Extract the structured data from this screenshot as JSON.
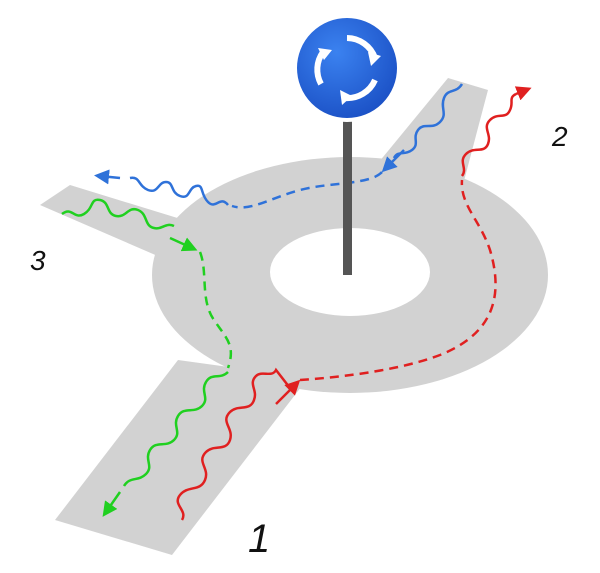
{
  "diagram": {
    "sign": {
      "icon": "roundabout-sign-icon",
      "color": "#1f5fd6",
      "arrow_color": "#ffffff"
    },
    "road_color": "#d2d2d2",
    "ports": [
      {
        "id": "port-1",
        "label": "1"
      },
      {
        "id": "port-2",
        "label": "2"
      },
      {
        "id": "port-3",
        "label": "3"
      }
    ],
    "signals": [
      {
        "id": "red",
        "color": "#e02020",
        "from": "1",
        "to": "2"
      },
      {
        "id": "blue",
        "color": "#2f72d9",
        "from": "2",
        "to": "3"
      },
      {
        "id": "green",
        "color": "#20d020",
        "from": "3",
        "to": "1"
      }
    ]
  }
}
